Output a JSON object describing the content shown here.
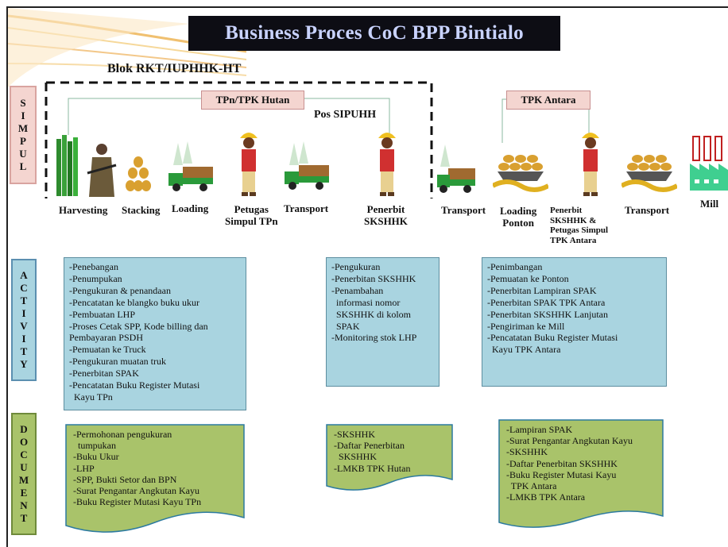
{
  "title": "Business Proces CoC BPP Bintialo",
  "subtitle": "Blok RKT/IUPHHK-HT",
  "side_labels": {
    "simpul": [
      "S",
      "I",
      "M",
      "P",
      "U",
      "L"
    ],
    "activity": [
      "A",
      "C",
      "T",
      "I",
      "V",
      "I",
      "T",
      "Y"
    ],
    "document": [
      "D",
      "O",
      "C",
      "U",
      "M",
      "E",
      "N",
      "T"
    ]
  },
  "tags": {
    "tpn": "TPn/TPK Hutan",
    "tpk": "TPK Antara",
    "pos": "Pos SIPUHH"
  },
  "icons": [
    "forest-icon",
    "lumberjack-icon",
    "log-stack-icon",
    "log-truck-icon",
    "worker-icon",
    "log-truck-icon",
    "worker-icon",
    "log-truck-icon",
    "pontoon-icon",
    "worker-icon",
    "pontoon-icon",
    "factory-icon"
  ],
  "steps": {
    "harvesting": "Harvesting",
    "stacking": "Stacking",
    "loading": "Loading",
    "petugas": [
      "Petugas",
      "Simpul TPn"
    ],
    "transport1": "Transport",
    "penerbit": [
      "Penerbit",
      "SKSHHK"
    ],
    "transport2": "Transport",
    "loading_ponton": [
      "Loading",
      "Ponton"
    ],
    "penerbit2": [
      "Penerbit",
      "SKSHHK &",
      "Petugas Simpul",
      "TPK Antara"
    ],
    "transport3": "Transport",
    "mill": "Mill"
  },
  "activity": {
    "col1": [
      "-Penebangan",
      "-Penumpukan",
      "-Pengukuran & penandaan",
      "-Pencatatan ke blangko buku ukur",
      "-Pembuatan LHP",
      "-Proses Cetak SPP, Kode billing dan",
      "Pembayaran PSDH",
      "-Pemuatan ke Truck",
      "-Pengukuran muatan truk",
      "-Penerbitan SPAK",
      "-Pencatatan Buku Register Mutasi",
      "  Kayu TPn"
    ],
    "col2": [
      "-Pengukuran",
      "-Penerbitan SKSHHK",
      "-Penambahan",
      "  informasi nomor",
      "  SKSHHK di kolom",
      "  SPAK",
      "-Monitoring stok LHP"
    ],
    "col3": [
      "-Penimbangan",
      "-Pemuatan ke Ponton",
      "-Penerbitan Lampiran SPAK",
      "-Penerbitan SPAK TPK Antara",
      "-Penerbitan SKSHHK Lanjutan",
      "-Pengiriman ke Mill",
      "-Pencatatan Buku Register Mutasi",
      "  Kayu TPK Antara"
    ]
  },
  "documents": {
    "col1": [
      "-Permohonan pengukuran",
      "  tumpukan",
      "-Buku Ukur",
      "-LHP",
      "-SPP, Bukti Setor dan BPN",
      "-Surat Pengantar Angkutan Kayu",
      "-Buku Register Mutasi Kayu TPn"
    ],
    "col2": [
      "-SKSHHK",
      "-Daftar Penerbitan",
      "  SKSHHK",
      "-LMKB TPK Hutan"
    ],
    "col3": [
      "-Lampiran SPAK",
      "-Surat Pengantar Angkutan Kayu",
      "-SKSHHK",
      "-Daftar Penerbitan SKSHHK",
      "-Buku Register Mutasi Kayu",
      "  TPK Antara",
      "-LMKB TPK Antara"
    ]
  },
  "colors": {
    "title_bg": "#0d0d14",
    "title_text": "#c9d3ff",
    "activity_bg": "#a9d4e0",
    "document_bg": "#a9c36a",
    "tag_bg": "#f4d5d0"
  }
}
